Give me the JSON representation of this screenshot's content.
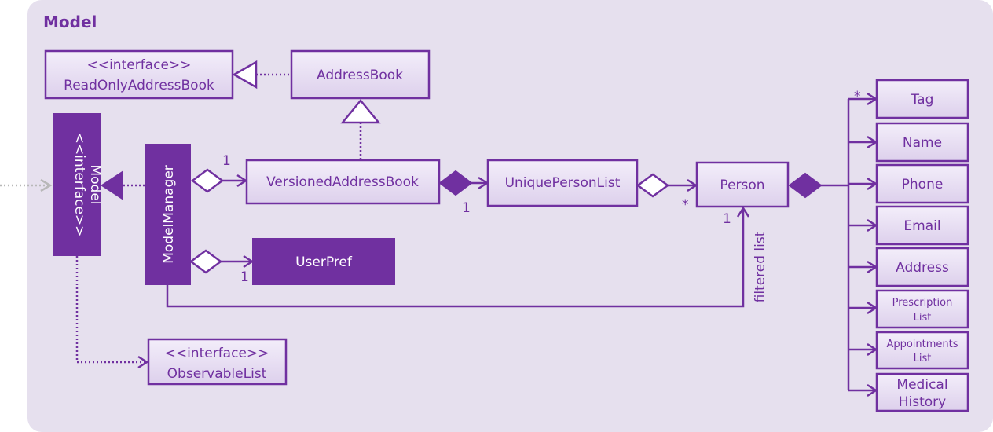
{
  "package": {
    "title": "Model"
  },
  "classes": {
    "read_only_address_book": {
      "stereotype": "<<interface>>",
      "name": "ReadOnlyAddressBook"
    },
    "address_book": {
      "name": "AddressBook"
    },
    "model": {
      "stereotype": "<<interface>>",
      "name": "Model"
    },
    "model_manager": {
      "name": "ModelManager"
    },
    "versioned_address_book": {
      "name": "VersionedAddressBook"
    },
    "unique_person_list": {
      "name": "UniquePersonList"
    },
    "person": {
      "name": "Person"
    },
    "user_pref": {
      "name": "UserPref"
    },
    "observable_list": {
      "stereotype": "<<interface>>",
      "name": "ObservableList"
    }
  },
  "attributes": {
    "tag": "Tag",
    "name": "Name",
    "phone": "Phone",
    "email": "Email",
    "address": "Address",
    "prescription_list": [
      "Prescription",
      "List"
    ],
    "appointments_list": [
      "Appointments",
      "List"
    ],
    "medical_history": [
      "Medical",
      "History"
    ]
  },
  "multiplicities": {
    "manager_versioned": "1",
    "versioned_unique": "1",
    "unique_person": "*",
    "person_filtered": "1",
    "manager_userpref": "1",
    "person_tag": "*"
  },
  "labels": {
    "filtered_list": "filtered list"
  },
  "colors": {
    "accent": "#7030a0",
    "package_bg": "#e6e0ee",
    "box_top": "#f3eefa",
    "box_bottom": "#ddd0ec"
  }
}
